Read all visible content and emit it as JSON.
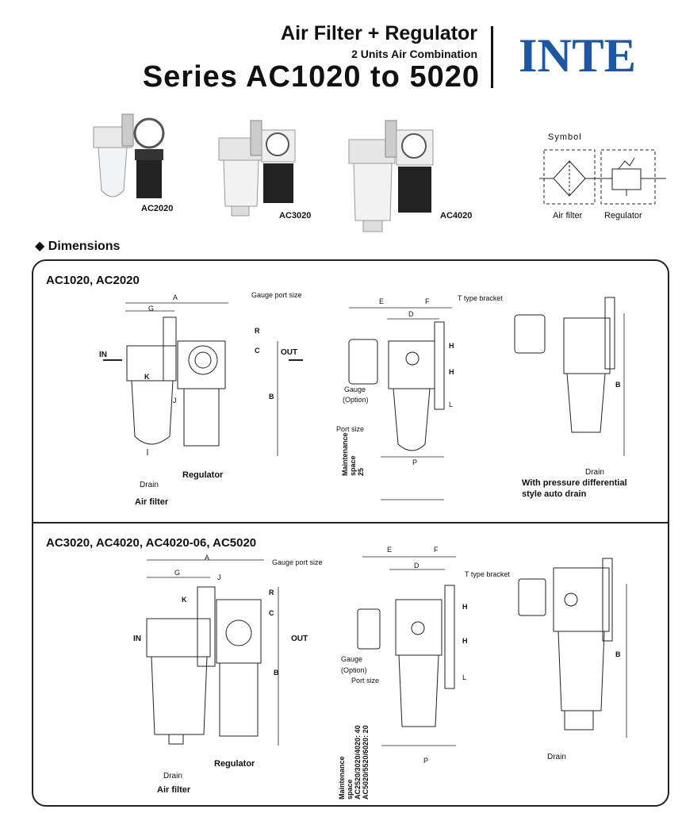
{
  "header": {
    "title": "Air Filter + Regulator",
    "subtitle": "2 Units Air Combination",
    "series": "Series AC1020 to 5020",
    "logo_text": "INTE",
    "brand_color": "#1b57a6"
  },
  "products": [
    {
      "label": "AC2020"
    },
    {
      "label": "AC3020"
    },
    {
      "label": "AC4020"
    }
  ],
  "symbol": {
    "title": "Symbol",
    "filter_label": "Air filter",
    "regulator_label": "Regulator"
  },
  "dimensions": {
    "heading": "Dimensions",
    "bullet_icon": "diamond-icon",
    "section1": {
      "title": "AC1020, AC2020",
      "front": {
        "A": "A",
        "G": "G",
        "gauge_port": "Gauge port size",
        "R": "R",
        "C": "C",
        "IN": "IN",
        "OUT": "OUT",
        "K": "K",
        "J": "J",
        "B": "B",
        "drain": "Drain",
        "regulator": "Regulator",
        "air_filter": "Air filter"
      },
      "side": {
        "E": "E",
        "F": "F",
        "D": "D",
        "bracket": "T type bracket",
        "H1": "H",
        "H2": "H",
        "gauge": "Gauge",
        "gauge_option": "(Option)",
        "L": "L",
        "port_size": "Port size",
        "P": "P",
        "maintenance": "Maintenance",
        "space": "space",
        "space_val": "25"
      },
      "auto": {
        "B": "B",
        "drain": "Drain",
        "note1": "With pressure differential",
        "note2": "style auto drain"
      }
    },
    "section2": {
      "title": "AC3020, AC4020, AC4020-06, AC5020",
      "front": {
        "A": "A",
        "G": "G",
        "J": "J",
        "gauge_port": "Gauge port size",
        "K": "K",
        "R": "R",
        "C": "C",
        "IN": "IN",
        "OUT": "OUT",
        "B": "B",
        "drain": "Drain",
        "regulator": "Regulator",
        "air_filter": "Air filter"
      },
      "side": {
        "E": "E",
        "F": "F",
        "D": "D",
        "bracket": "T type bracket",
        "H1": "H",
        "H2": "H",
        "gauge": "Gauge",
        "gauge_option": "(Option)",
        "port_size": "Port size",
        "L": "L",
        "P": "P",
        "maintenance": "Maintenance",
        "space": "space",
        "space_val1": "AC2520/3020/4020: 40",
        "space_val2": "AC5020/5520/6020: 20"
      },
      "auto": {
        "B": "B",
        "drain": "Drain"
      }
    }
  }
}
